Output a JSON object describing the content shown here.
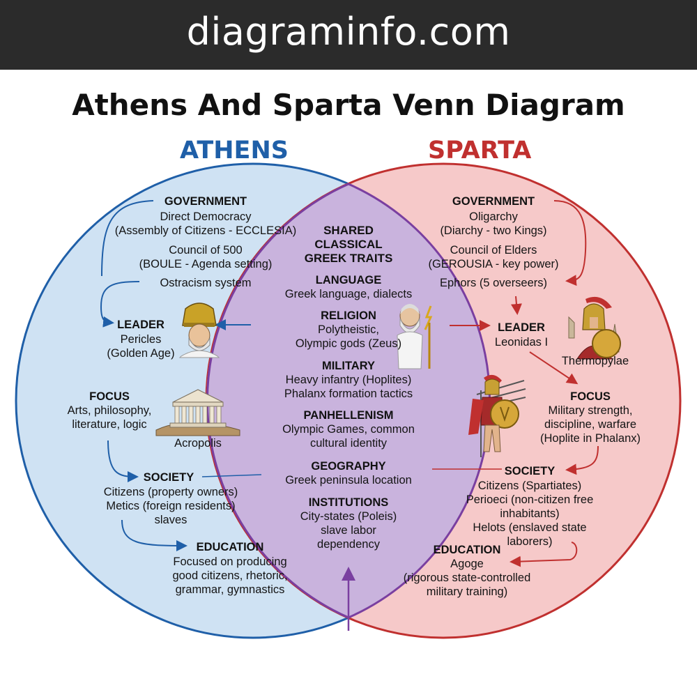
{
  "banner": {
    "site": "diagraminfo.com"
  },
  "title": "Athens And Sparta Venn Diagram",
  "colors": {
    "athens": "#1f5fa8",
    "athens_fill": "#cfe2f3",
    "sparta": "#c0302f",
    "sparta_fill": "#f6c9c9",
    "shared_fill": "#c9b3dd",
    "shared_stroke": "#7a3fa0"
  },
  "athens": {
    "label": "ATHENS",
    "government": {
      "heading": "GOVERNMENT",
      "lines": [
        "Direct Democracy",
        "(Assembly of Citizens - ECCLESIA)",
        "Council of 500",
        "(BOULE - Agenda setting)",
        "Ostracism system"
      ]
    },
    "leader": {
      "heading": "LEADER",
      "lines": [
        "Pericles",
        "(Golden Age)"
      ]
    },
    "focus": {
      "heading": "FOCUS",
      "lines": [
        "Arts, philosophy,",
        "literature, logic"
      ],
      "caption": "Acropolis"
    },
    "society": {
      "heading": "SOCIETY",
      "lines": [
        "Citizens (property owners)",
        "Metics (foreign residents)",
        "slaves"
      ]
    },
    "education": {
      "heading": "EDUCATION",
      "lines": [
        "Focused on producing",
        "good citizens, rhetoric,",
        "grammar, gymnastics"
      ]
    }
  },
  "sparta": {
    "label": "SPARTA",
    "government": {
      "heading": "GOVERNMENT",
      "lines": [
        "Oligarchy",
        "(Diarchy - two Kings)",
        "Council of Elders",
        "(GEROUSIA - key power)",
        "Ephors (5 overseers)"
      ]
    },
    "leader": {
      "heading": "LEADER",
      "lines": [
        "Leonidas I"
      ],
      "caption": "Thermopylae"
    },
    "focus": {
      "heading": "FOCUS",
      "lines": [
        "Military strength,",
        "discipline, warfare",
        "(Hoplite in Phalanx)"
      ]
    },
    "society": {
      "heading": "SOCIETY",
      "lines": [
        "Citizens (Spartiates)",
        "Perioeci (non-citizen free",
        "inhabitants)",
        "Helots (enslaved state",
        "laborers)"
      ]
    },
    "education": {
      "heading": "EDUCATION",
      "lines": [
        "Agoge",
        "(rigorous state-controlled",
        "military training)"
      ]
    }
  },
  "shared": {
    "heading_lines": [
      "SHARED",
      "CLASSICAL",
      "GREEK TRAITS"
    ],
    "language": {
      "heading": "LANGUAGE",
      "lines": [
        "Greek language, dialects"
      ]
    },
    "religion": {
      "heading": "RELIGION",
      "lines": [
        "Polytheistic,",
        "Olympic gods (Zeus)"
      ]
    },
    "military": {
      "heading": "MILITARY",
      "lines": [
        "Heavy infantry (Hoplites)",
        "Phalanx formation tactics"
      ]
    },
    "panhellenism": {
      "heading": "PANHELLENISM",
      "lines": [
        "Olympic Games, common",
        "cultural identity"
      ]
    },
    "geography": {
      "heading": "GEOGRAPHY",
      "lines": [
        "Greek peninsula location"
      ]
    },
    "institutions": {
      "heading": "INSTITUTIONS",
      "lines": [
        "City-states (Poleis)",
        "slave labor",
        "dependency"
      ]
    }
  }
}
